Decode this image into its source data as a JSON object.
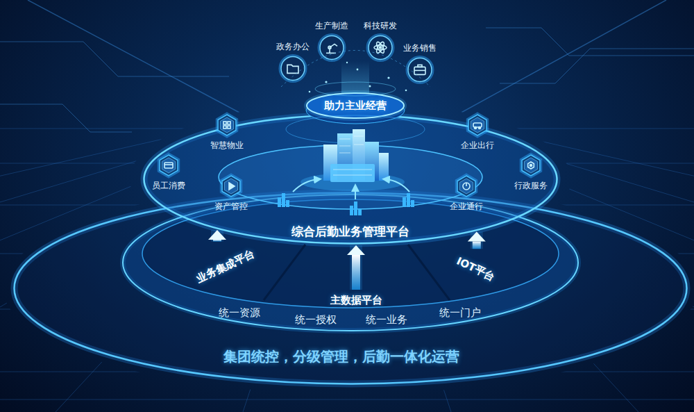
{
  "diagram": {
    "nodes": [
      {
        "text": [
          "政务办公"
        ]
      },
      {
        "text": [
          "生产制造"
        ]
      },
      {
        "text": [
          "科技研发"
        ]
      },
      {
        "text": [
          "业务销售"
        ]
      },
      {
        "text": [
          "助力主业经营"
        ]
      },
      {
        "text": [
          "综合后勤业务管理平台"
        ]
      },
      {
        "text": [
          "智慧物业"
        ],
        "in": 5
      },
      {
        "text": [
          "员工消费"
        ],
        "in": 5
      },
      {
        "text": [
          "资产管控"
        ],
        "in": 5
      },
      {
        "text": [
          "企业出行"
        ],
        "in": 5
      },
      {
        "text": [
          "行政服务"
        ],
        "in": 5
      },
      {
        "text": [
          "企业通行"
        ],
        "in": 5
      },
      {
        "text": [
          "集团统控，分级管理，后勤一体化运营"
        ]
      },
      {
        "text": [
          "统一资源",
          "统一授权",
          "统一业务",
          "统一门户"
        ],
        "in": 12
      },
      {
        "text": [
          "业务集成平台"
        ],
        "in": 13
      },
      {
        "text": [
          "主数据平台"
        ],
        "in": 13
      },
      {
        "text": [
          "IOT平台"
        ],
        "in": 13
      }
    ],
    "edges": [
      {
        "from": 14,
        "to": 5,
        "arrow": "to"
      },
      {
        "from": 15,
        "to": 5,
        "arrow": "to"
      },
      {
        "from": 16,
        "to": 5,
        "arrow": "to"
      }
    ]
  }
}
